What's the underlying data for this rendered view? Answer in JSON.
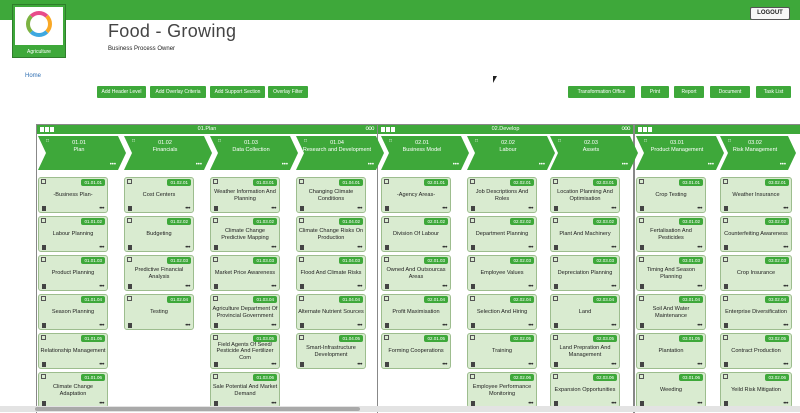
{
  "header": {
    "logout_label": "LOGOUT",
    "logo_label": "Agriculture",
    "title": "Food - Growing",
    "subtitle": "Business Process Owner",
    "home_link": "Home"
  },
  "toolbar_left": [
    "Add Header Level",
    "Add Overlay Criteria",
    "Add Support Section",
    "Overlay Filter"
  ],
  "toolbar_right": [
    "Transformation Office",
    "Print",
    "Report",
    "Document",
    "Task List"
  ],
  "sections": [
    {
      "title": "01.Plan"
    },
    {
      "title": "02.Develop"
    },
    {
      "title": ""
    }
  ],
  "columns": [
    {
      "code": "01.01",
      "name": "Plan",
      "cards": [
        {
          "code": "01.01.01",
          "title": "-Business Plan-"
        },
        {
          "code": "01.01.02",
          "title": "Labour Planning"
        },
        {
          "code": "01.01.03",
          "title": "Product Planning"
        },
        {
          "code": "01.01.04",
          "title": "Season Planning"
        },
        {
          "code": "01.01.05",
          "title": "Relationship Management"
        },
        {
          "code": "01.01.06",
          "title": "Climate Change Adaptation"
        }
      ]
    },
    {
      "code": "01.02",
      "name": "Financials",
      "cards": [
        {
          "code": "01.02.01",
          "title": "Cost Centers"
        },
        {
          "code": "01.02.02",
          "title": "Budgeting"
        },
        {
          "code": "01.02.03",
          "title": "Predictive Financial Analysis"
        },
        {
          "code": "01.02.04",
          "title": "Testing"
        }
      ]
    },
    {
      "code": "01.03",
      "name": "Data Collection",
      "cards": [
        {
          "code": "01.03.01",
          "title": "Weather Information And Planning"
        },
        {
          "code": "01.03.02",
          "title": "Climate Change Predictive Mapping"
        },
        {
          "code": "01.03.03",
          "title": "Market Price Awareness"
        },
        {
          "code": "01.03.04",
          "title": "Agriculture Department Of Provincial Government"
        },
        {
          "code": "01.03.05",
          "title": "Field Agents Of Seed/ Pesticide And Fertilizer Com"
        },
        {
          "code": "01.03.06",
          "title": "Sale Potential And Market Demand"
        }
      ]
    },
    {
      "code": "01.04",
      "name": "Research and Development",
      "cards": [
        {
          "code": "01.04.01",
          "title": "Changing Climate Conditions"
        },
        {
          "code": "01.04.02",
          "title": "Climate Change Risks On Production"
        },
        {
          "code": "01.04.03",
          "title": "Flood And Climate Risks"
        },
        {
          "code": "01.04.04",
          "title": "Alternate Nutrient Sources"
        },
        {
          "code": "01.04.05",
          "title": "Smart-Infrastructure Development"
        }
      ]
    },
    {
      "code": "02.01",
      "name": "Business Model",
      "cards": [
        {
          "code": "02.01.01",
          "title": "-Agency Areas-"
        },
        {
          "code": "02.01.02",
          "title": "Division Of Labour"
        },
        {
          "code": "02.01.03",
          "title": "Owned And Outsourcas Areas"
        },
        {
          "code": "02.01.04",
          "title": "Profit Maximisation"
        },
        {
          "code": "02.01.05",
          "title": "Forming Cooperations"
        }
      ]
    },
    {
      "code": "02.02",
      "name": "Labour",
      "cards": [
        {
          "code": "02.02.01",
          "title": "Job Descriptions And Roles"
        },
        {
          "code": "02.02.02",
          "title": "Department Planning"
        },
        {
          "code": "02.02.03",
          "title": "Employee Values"
        },
        {
          "code": "02.02.04",
          "title": "Selection And Hiring"
        },
        {
          "code": "02.02.05",
          "title": "Training"
        },
        {
          "code": "02.02.06",
          "title": "Employee Performance Monitoring"
        }
      ]
    },
    {
      "code": "02.03",
      "name": "Assets",
      "cards": [
        {
          "code": "02.03.01",
          "title": "Location Planning And Optimisation"
        },
        {
          "code": "02.03.02",
          "title": "Plant And Machinery"
        },
        {
          "code": "02.03.03",
          "title": "Depreciation Planning"
        },
        {
          "code": "02.03.04",
          "title": "Land"
        },
        {
          "code": "02.03.05",
          "title": "Land Prepration And Management"
        },
        {
          "code": "02.03.06",
          "title": "Expansion Opportunities"
        }
      ]
    },
    {
      "code": "03.01",
      "name": "Product Management",
      "cards": [
        {
          "code": "03.01.01",
          "title": "Crop Testing"
        },
        {
          "code": "03.01.02",
          "title": "Fertalisation And Pesticides"
        },
        {
          "code": "03.01.03",
          "title": "Timing And Season Planning"
        },
        {
          "code": "03.01.04",
          "title": "Soil And Water Maintenance"
        },
        {
          "code": "03.01.05",
          "title": "Plantation"
        },
        {
          "code": "03.01.06",
          "title": "Weeding"
        }
      ]
    },
    {
      "code": "03.02",
      "name": "Risk Management",
      "cards": [
        {
          "code": "03.02.01",
          "title": "Weather Insurance"
        },
        {
          "code": "03.02.02",
          "title": "Counterfeiting Awareness"
        },
        {
          "code": "03.02.03",
          "title": "Crop Insurance"
        },
        {
          "code": "03.02.04",
          "title": "Enterprise Diversification"
        },
        {
          "code": "03.02.05",
          "title": "Contract Production"
        },
        {
          "code": "03.02.06",
          "title": "Yeild Risk Mitigation"
        }
      ]
    }
  ],
  "colors": {
    "accent": "#3ea83a",
    "card_bg": "#d9ebd0",
    "link": "#2f6fb3"
  },
  "icons": [
    "edit-icon",
    "trash-icon",
    "more-dots-icon",
    "add-icon",
    "settings-icon"
  ]
}
